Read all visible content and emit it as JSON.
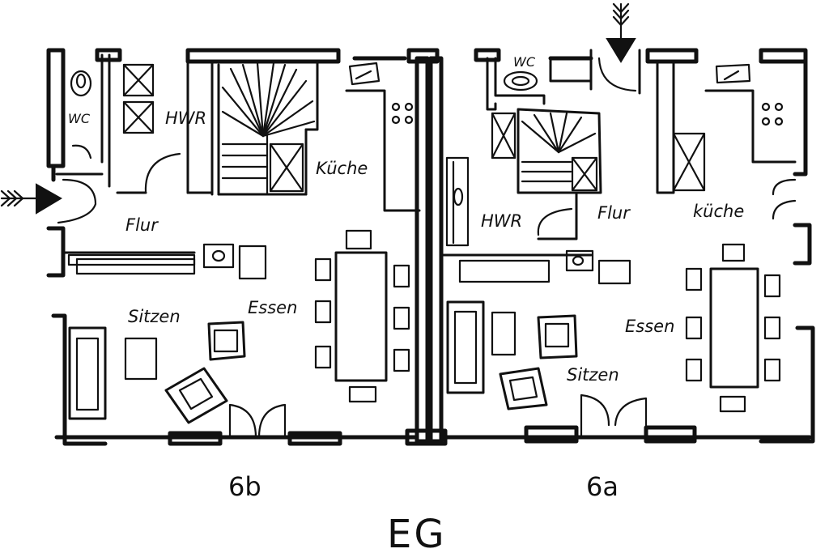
{
  "units": {
    "left": {
      "label": "6b",
      "rooms": {
        "wc": "WC",
        "hwr": "HWR",
        "kueche": "Küche",
        "flur": "Flur",
        "essen": "Essen",
        "sitzen": "Sitzen"
      }
    },
    "right": {
      "label": "6a",
      "rooms": {
        "wc": "WC",
        "hwr": "HWR",
        "kueche": "küche",
        "flur": "Flur",
        "essen": "Essen",
        "sitzen": "Sitzen"
      }
    }
  },
  "floor_label": "EG"
}
